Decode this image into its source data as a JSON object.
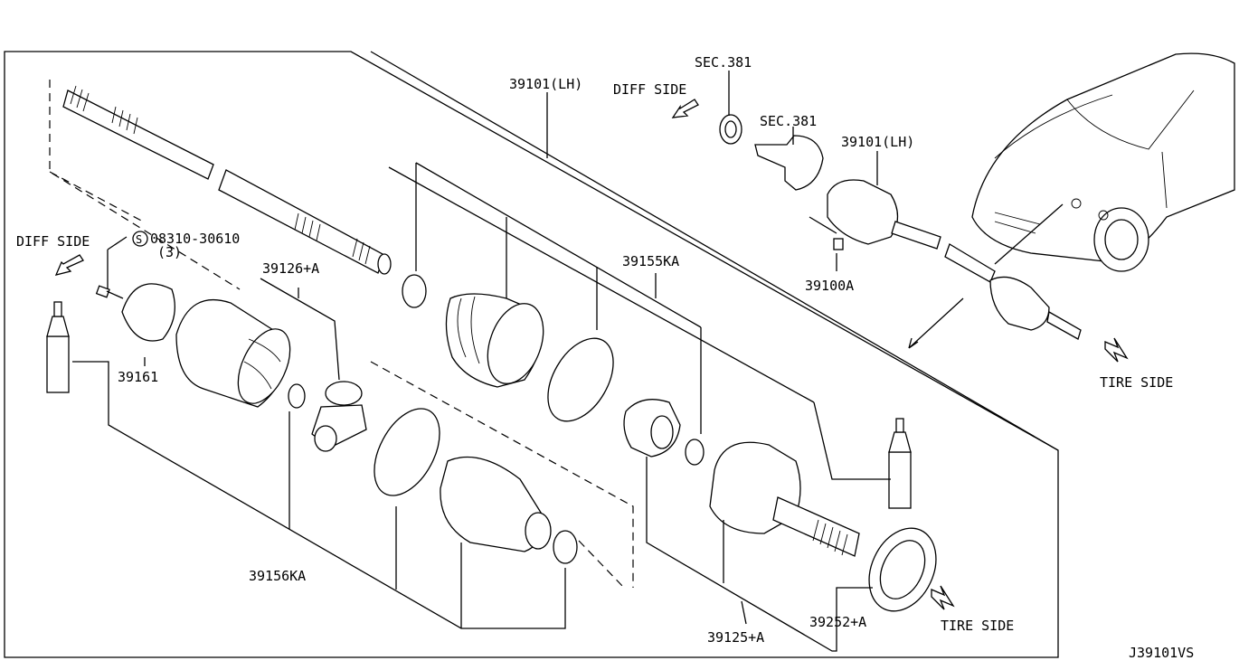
{
  "diagram": {
    "code": "J39101VS",
    "directions": {
      "diff_side_left": "DIFF SIDE",
      "diff_side_top": "DIFF SIDE",
      "tire_side_right": "TIRE SIDE",
      "tire_side_bottom": "TIRE SIDE"
    },
    "callouts": {
      "shaft_lh_main": "39101(LH)",
      "shaft_lh_inset": "39101(LH)",
      "sec_381_a": "SEC.381",
      "sec_381_b": "SEC.381",
      "bolt": "08310-30610",
      "bolt_qty": "(3)",
      "bolt_symbol": "S",
      "housing_kit": "39126+A",
      "plate": "39161",
      "boot_kit_inner": "39156KA",
      "boot_kit_outer": "39155KA",
      "joint_outer": "39125+A",
      "seal_ring": "39252+A",
      "bolt_inset": "39100A"
    }
  }
}
